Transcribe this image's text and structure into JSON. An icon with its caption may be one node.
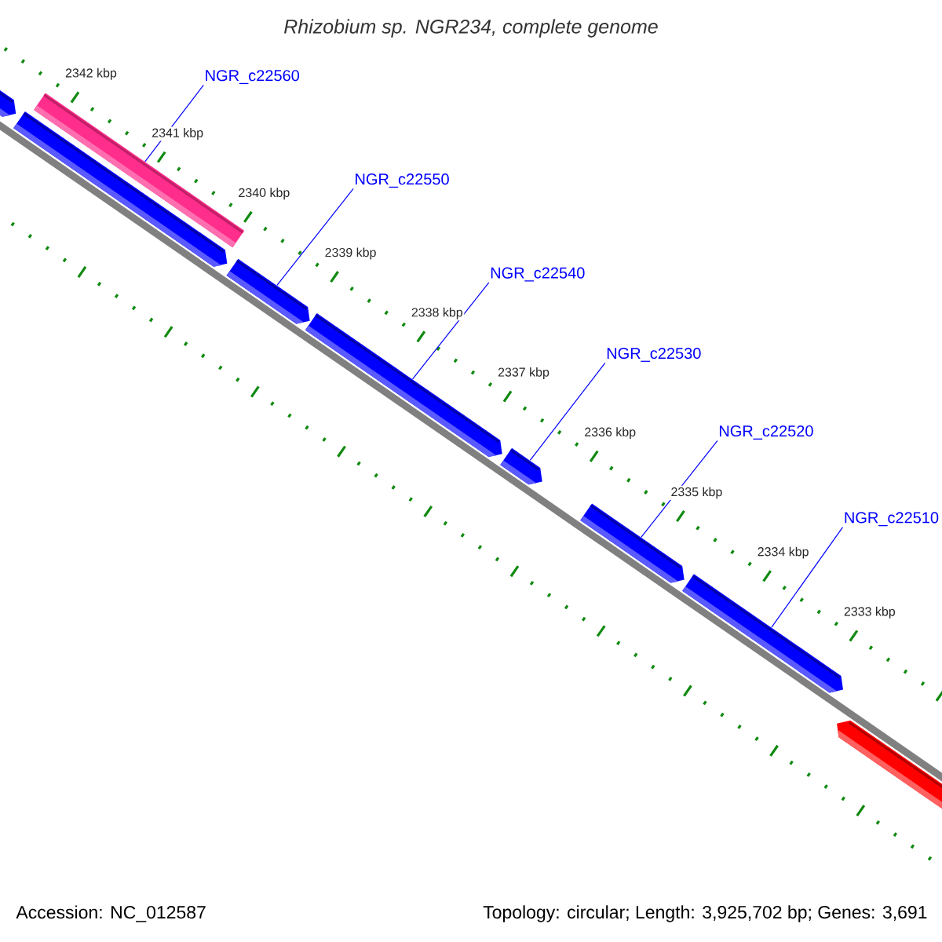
{
  "diagram": {
    "title": "Rhizobium sp. NGR234, complete genome",
    "nodes": [
      {
        "text": [
          "NGR_c22560"
        ]
      },
      {
        "text": [
          "NGR_c22550"
        ]
      },
      {
        "text": [
          "NGR_c22540"
        ]
      },
      {
        "text": [
          "NGR_c22530"
        ]
      },
      {
        "text": [
          "NGR_c22520"
        ]
      },
      {
        "text": [
          "NGR_c22510"
        ]
      },
      {
        "text": [],
        "shape": "bar"
      },
      {
        "text": [],
        "shape": "bar"
      },
      {
        "text": [],
        "shape": "bar"
      },
      {
        "text": [],
        "shape": "bar"
      },
      {
        "text": [],
        "shape": "bar"
      },
      {
        "text": [],
        "shape": "bar"
      },
      {
        "text": [],
        "shape": "bar"
      },
      {
        "text": [],
        "shape": "bar"
      },
      {
        "text": [],
        "shape": "bar"
      }
    ],
    "edges": [
      {
        "from": 0,
        "to": 8,
        "arrow": "none"
      },
      {
        "from": 1,
        "to": 9,
        "arrow": "none"
      },
      {
        "from": 2,
        "to": 10,
        "arrow": "none"
      },
      {
        "from": 3,
        "to": 11,
        "arrow": "none"
      },
      {
        "from": 4,
        "to": 12,
        "arrow": "none"
      },
      {
        "from": 5,
        "to": 13,
        "arrow": "none"
      }
    ],
    "labels": [
      "2342 kbp",
      "2341 kbp",
      "2340 kbp",
      "2339 kbp",
      "2338 kbp",
      "2337 kbp",
      "2336 kbp",
      "2335 kbp",
      "2334 kbp",
      "2333 kbp",
      "Accession: NC_012587",
      "Topology: circular; Length: 3,925,702 bp; Genes: 3,691"
    ]
  }
}
